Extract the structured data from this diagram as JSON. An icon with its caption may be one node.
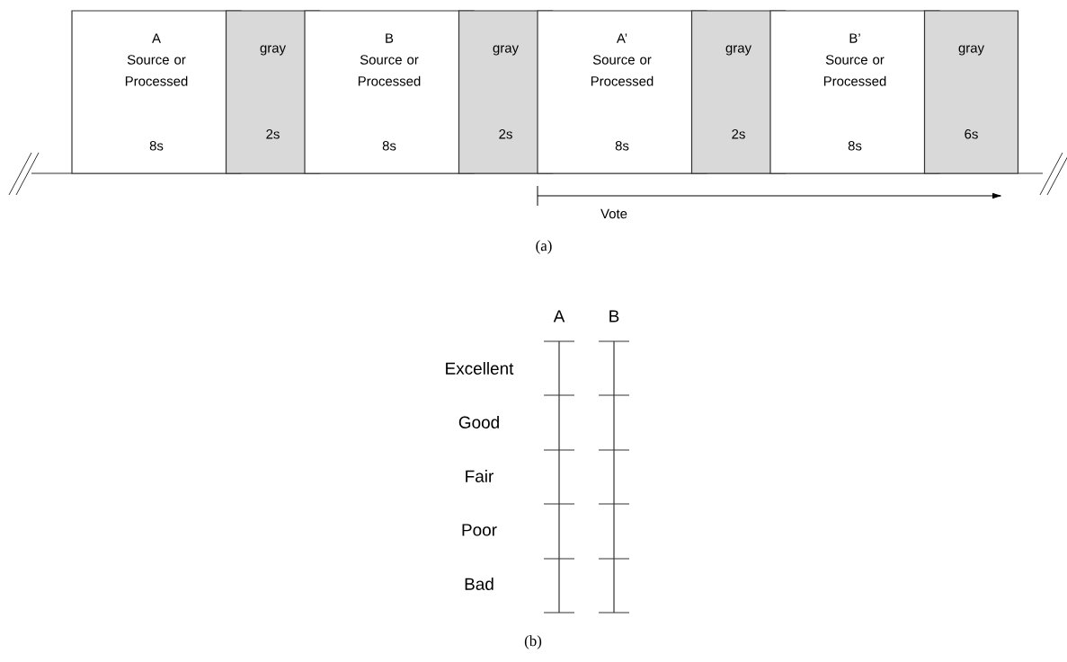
{
  "diagram": {
    "nodes": [
      {
        "text": [
          "A",
          "Source or Processed",
          "8s"
        ]
      },
      {
        "text": [
          "gray",
          "2s"
        ]
      },
      {
        "text": [
          "B",
          "Source or Processed",
          "8s"
        ]
      },
      {
        "text": [
          "gray",
          "2s"
        ]
      },
      {
        "text": [
          "A’",
          "Source or Processed",
          "8s"
        ]
      },
      {
        "text": [
          "gray",
          "2s"
        ]
      },
      {
        "text": [
          "B’",
          "Source or Processed",
          "8s"
        ]
      },
      {
        "text": [
          "gray",
          "6s"
        ]
      }
    ],
    "labels": [
      "Vote",
      "(a)",
      "A",
      "B",
      "Excellent",
      "Good",
      "Fair",
      "Poor",
      "Bad",
      "(b)"
    ]
  }
}
